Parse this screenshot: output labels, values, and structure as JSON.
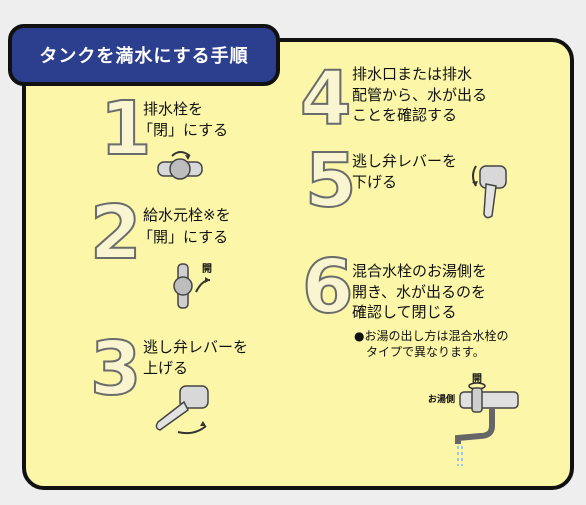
{
  "title": "タンクを満水にする手順",
  "steps": [
    {
      "number": "1",
      "lines": [
        "排水栓を",
        "「閉」にする"
      ]
    },
    {
      "number": "2",
      "lines": [
        "給水元栓※を",
        "「開」にする"
      ],
      "label": "開"
    },
    {
      "number": "3",
      "lines": [
        "逃し弁レバーを",
        "上げる"
      ]
    },
    {
      "number": "4",
      "lines": [
        "排水口または排水",
        "配管から、水が出る",
        "ことを確認する"
      ]
    },
    {
      "number": "5",
      "lines": [
        "逃し弁レバーを",
        "下げる"
      ]
    },
    {
      "number": "6",
      "lines": [
        "混合水栓のお湯側を",
        "開き、水が出るのを",
        "確認して閉じる"
      ],
      "note_lines": [
        "●お湯の出し方は混合水栓の",
        "タイプで異なります。"
      ],
      "label_open": "開",
      "label_hot": "お湯側"
    }
  ],
  "colors": {
    "panel": "#fbf6a8",
    "title_bg": "#2c3f8f",
    "background": "#eeeeee",
    "border": "#111111"
  }
}
